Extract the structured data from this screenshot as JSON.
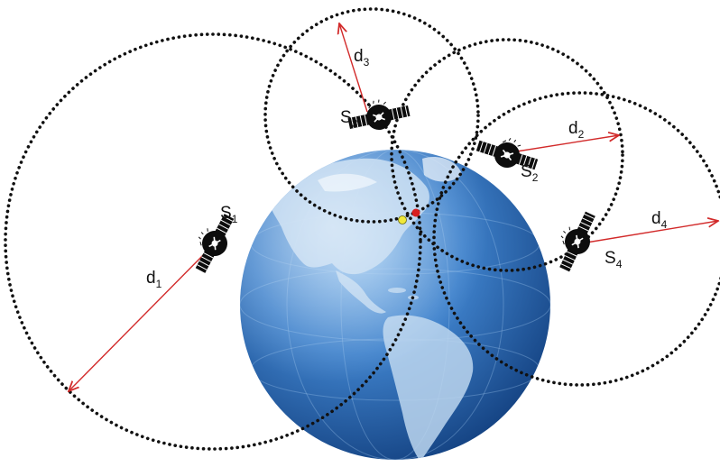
{
  "colors": {
    "background": "#ffffff",
    "globe_ocean": "#2f6fb8",
    "globe_land": "#bcd6ef",
    "range_circle": "#111111",
    "distance_arrow": "#d22a2a",
    "receiver_point": "#f0e83a",
    "target_point": "#d81f1f"
  },
  "satellites": [
    {
      "id": "S1",
      "base": "S",
      "sub": "1",
      "range_label_base": "d",
      "range_label_sub": "1",
      "icon": "satellite-icon"
    },
    {
      "id": "S2",
      "base": "S",
      "sub": "2",
      "range_label_base": "d",
      "range_label_sub": "2",
      "icon": "satellite-icon"
    },
    {
      "id": "S3",
      "base": "S",
      "sub": "3",
      "range_label_base": "d",
      "range_label_sub": "3",
      "icon": "satellite-icon"
    },
    {
      "id": "S4",
      "base": "S",
      "sub": "4",
      "range_label_base": "d",
      "range_label_sub": "4",
      "icon": "satellite-icon"
    }
  ],
  "globe": {
    "icon": "earth-globe-icon"
  }
}
